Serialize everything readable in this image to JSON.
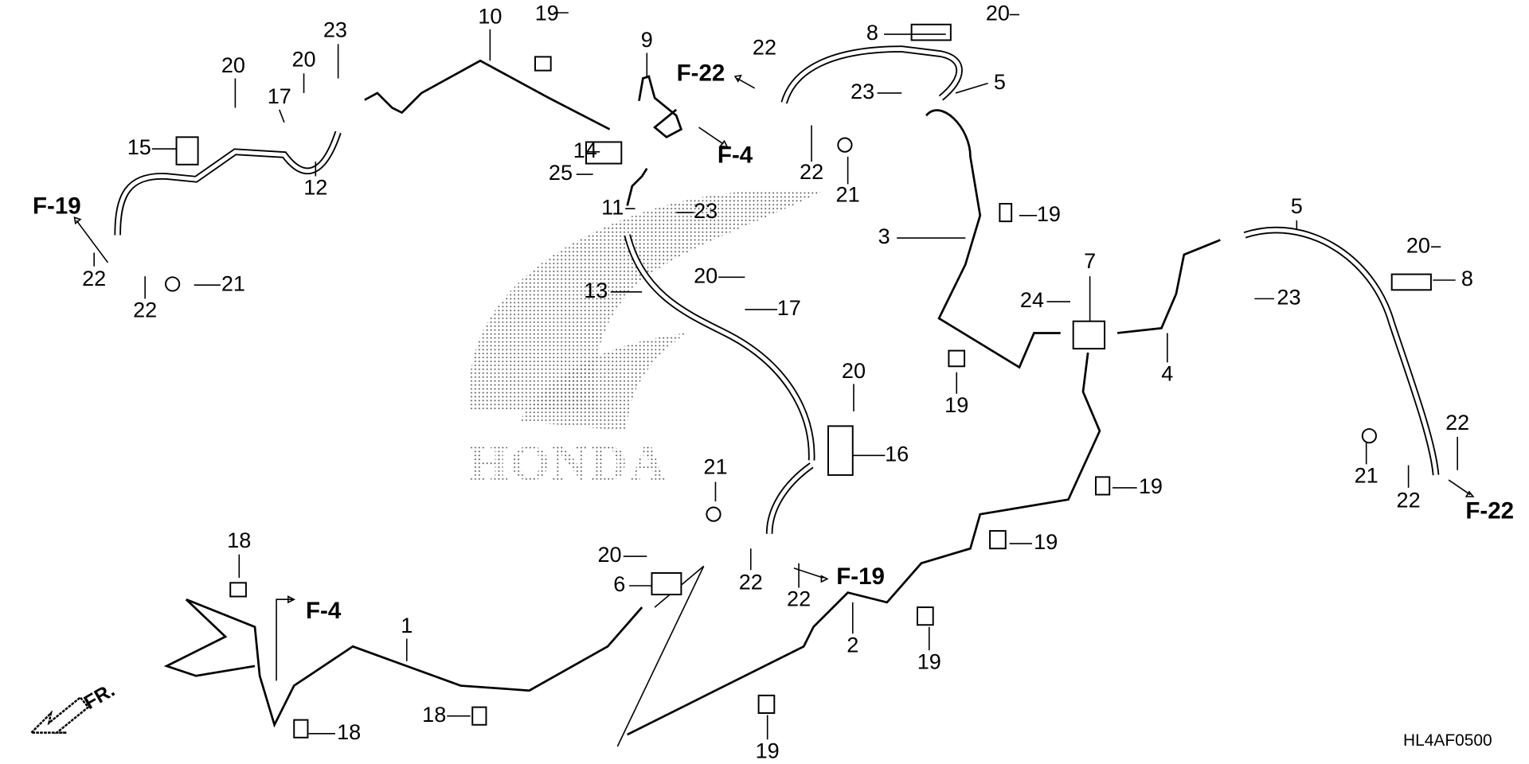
{
  "diagram_code": "HL4AF0500",
  "watermark": "HONDA",
  "direction_label": "FR.",
  "callouts": [
    {
      "id": "c10",
      "label": "10"
    },
    {
      "id": "c19a",
      "label": "19"
    },
    {
      "id": "c9",
      "label": "9"
    },
    {
      "id": "c22a",
      "label": "22"
    },
    {
      "id": "c8a",
      "label": "8"
    },
    {
      "id": "c20a",
      "label": "20"
    },
    {
      "id": "c5a",
      "label": "5"
    },
    {
      "id": "c23a",
      "label": "23"
    },
    {
      "id": "c23b",
      "label": "23"
    },
    {
      "id": "c20b",
      "label": "20"
    },
    {
      "id": "c20c",
      "label": "20"
    },
    {
      "id": "c17a",
      "label": "17"
    },
    {
      "id": "c15",
      "label": "15"
    },
    {
      "id": "c12",
      "label": "12"
    },
    {
      "id": "c22b",
      "label": "22"
    },
    {
      "id": "c22c",
      "label": "22"
    },
    {
      "id": "c21a",
      "label": "21"
    },
    {
      "id": "c14",
      "label": "14"
    },
    {
      "id": "c25",
      "label": "25"
    },
    {
      "id": "c11",
      "label": "11"
    },
    {
      "id": "c23c",
      "label": "23"
    },
    {
      "id": "c22d",
      "label": "22"
    },
    {
      "id": "c21b",
      "label": "21"
    },
    {
      "id": "c3",
      "label": "3"
    },
    {
      "id": "c19b",
      "label": "19"
    },
    {
      "id": "c13",
      "label": "13"
    },
    {
      "id": "c20d",
      "label": "20"
    },
    {
      "id": "c17b",
      "label": "17"
    },
    {
      "id": "c5b",
      "label": "5"
    },
    {
      "id": "c20e",
      "label": "20"
    },
    {
      "id": "c8b",
      "label": "8"
    },
    {
      "id": "c7",
      "label": "7"
    },
    {
      "id": "c24",
      "label": "24"
    },
    {
      "id": "c23d",
      "label": "23"
    },
    {
      "id": "c4",
      "label": "4"
    },
    {
      "id": "c19c",
      "label": "19"
    },
    {
      "id": "c20f",
      "label": "20"
    },
    {
      "id": "c16",
      "label": "16"
    },
    {
      "id": "c21c",
      "label": "21"
    },
    {
      "id": "c21d",
      "label": "21"
    },
    {
      "id": "c22e",
      "label": "22"
    },
    {
      "id": "c22f",
      "label": "22"
    },
    {
      "id": "c19d",
      "label": "19"
    },
    {
      "id": "c19e",
      "label": "19"
    },
    {
      "id": "c18a",
      "label": "18"
    },
    {
      "id": "c20g",
      "label": "20"
    },
    {
      "id": "c6",
      "label": "6"
    },
    {
      "id": "c22g",
      "label": "22"
    },
    {
      "id": "c22h",
      "label": "22"
    },
    {
      "id": "c1",
      "label": "1"
    },
    {
      "id": "c2",
      "label": "2"
    },
    {
      "id": "c19f",
      "label": "19"
    },
    {
      "id": "c18b",
      "label": "18"
    },
    {
      "id": "c18c",
      "label": "18"
    },
    {
      "id": "c19g",
      "label": "19"
    }
  ],
  "references": [
    {
      "id": "r1",
      "label": "F-22"
    },
    {
      "id": "r2",
      "label": "F-4"
    },
    {
      "id": "r3",
      "label": "F-19"
    },
    {
      "id": "r4",
      "label": "F-22"
    },
    {
      "id": "r5",
      "label": "F-19"
    },
    {
      "id": "r6",
      "label": "F-4"
    }
  ]
}
